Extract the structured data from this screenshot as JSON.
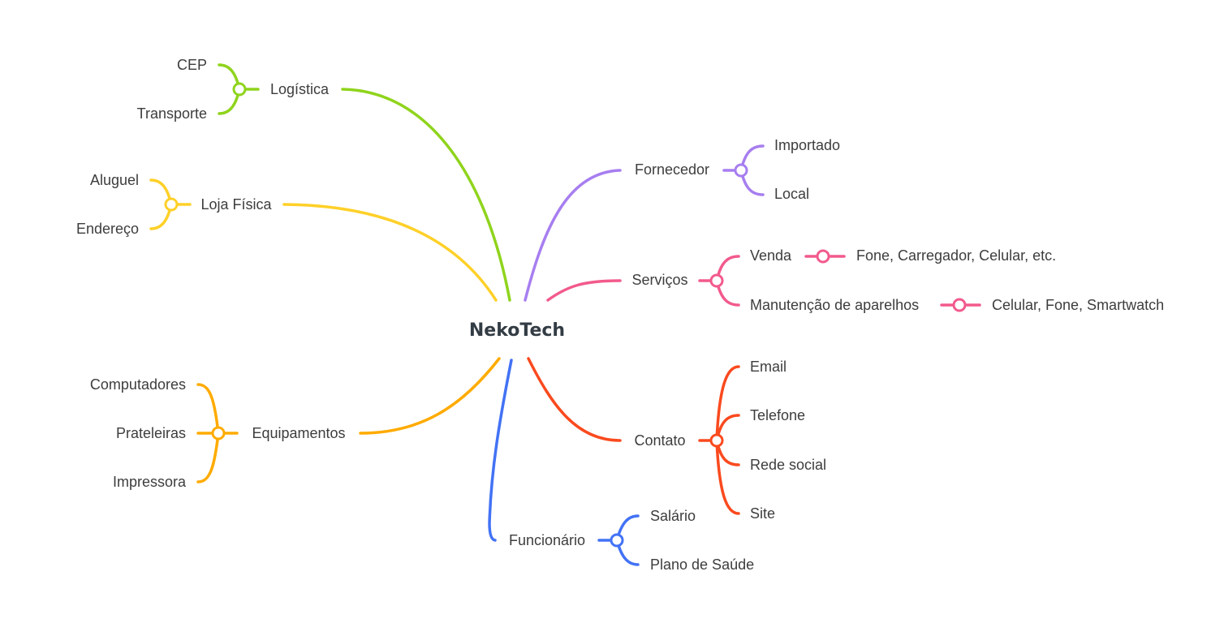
{
  "root": {
    "label": "NekoTech"
  },
  "colors": {
    "logistica": "#8fd41c",
    "loja": "#ffd028",
    "equipamentos": "#ffab00",
    "funcionario": "#4272f5",
    "contato": "#fa4a1e",
    "servicos": "#f25a8c",
    "fornecedor": "#a77ef0"
  },
  "branches": {
    "logistica": {
      "label": "Logística",
      "children": [
        "CEP",
        "Transporte"
      ]
    },
    "loja": {
      "label": "Loja Física",
      "children": [
        "Aluguel",
        "Endereço"
      ]
    },
    "equipamentos": {
      "label": "Equipamentos",
      "children": [
        "Computadores",
        "Prateleiras",
        "Impressora"
      ]
    },
    "funcionario": {
      "label": "Funcionário",
      "children": [
        "Salário",
        "Plano de Saúde"
      ]
    },
    "contato": {
      "label": "Contato",
      "children": [
        "Email",
        "Telefone",
        "Rede social",
        "Site"
      ]
    },
    "servicos": {
      "label": "Serviços",
      "children": [
        {
          "label": "Venda",
          "detail": "Fone, Carregador, Celular, etc."
        },
        {
          "label": "Manutenção de aparelhos",
          "detail": "Celular, Fone, Smartwatch"
        }
      ]
    },
    "fornecedor": {
      "label": "Fornecedor",
      "children": [
        "Importado",
        "Local"
      ]
    }
  }
}
